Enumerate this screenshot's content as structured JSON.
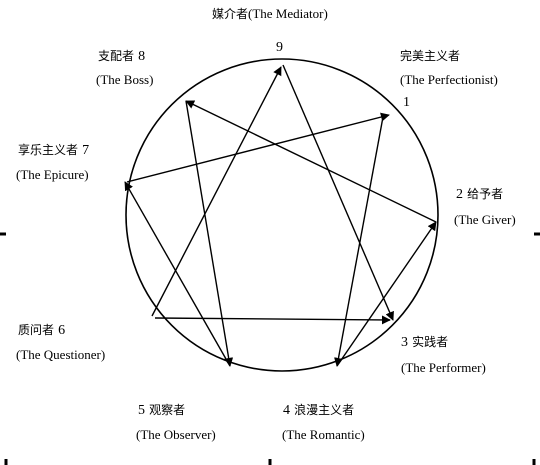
{
  "colors": {
    "stroke": "#000000",
    "background": "#ffffff"
  },
  "nodes": {
    "n9": {
      "number": "9",
      "cn": "媒介者",
      "en": "(The Mediator)"
    },
    "n1": {
      "number": "1",
      "cn": "完美主义者",
      "en": "(The Perfectionist)"
    },
    "n2": {
      "number": "2",
      "cn": "给予者",
      "en": "(The Giver)"
    },
    "n3": {
      "number": "3",
      "cn": "实践者",
      "en": "(The Performer)"
    },
    "n4": {
      "number": "4",
      "cn": "浪漫主义者",
      "en": "(The Romantic)"
    },
    "n5": {
      "number": "5",
      "cn": "观察者",
      "en": "(The Observer)"
    },
    "n6": {
      "number": "6",
      "cn": "质问者",
      "en": "(The Questioner)"
    },
    "n7": {
      "number": "7",
      "cn": "享乐主义者",
      "en": "(The Epicure)"
    },
    "n8": {
      "number": "8",
      "cn": "支配者",
      "en": "(The Boss)"
    }
  }
}
